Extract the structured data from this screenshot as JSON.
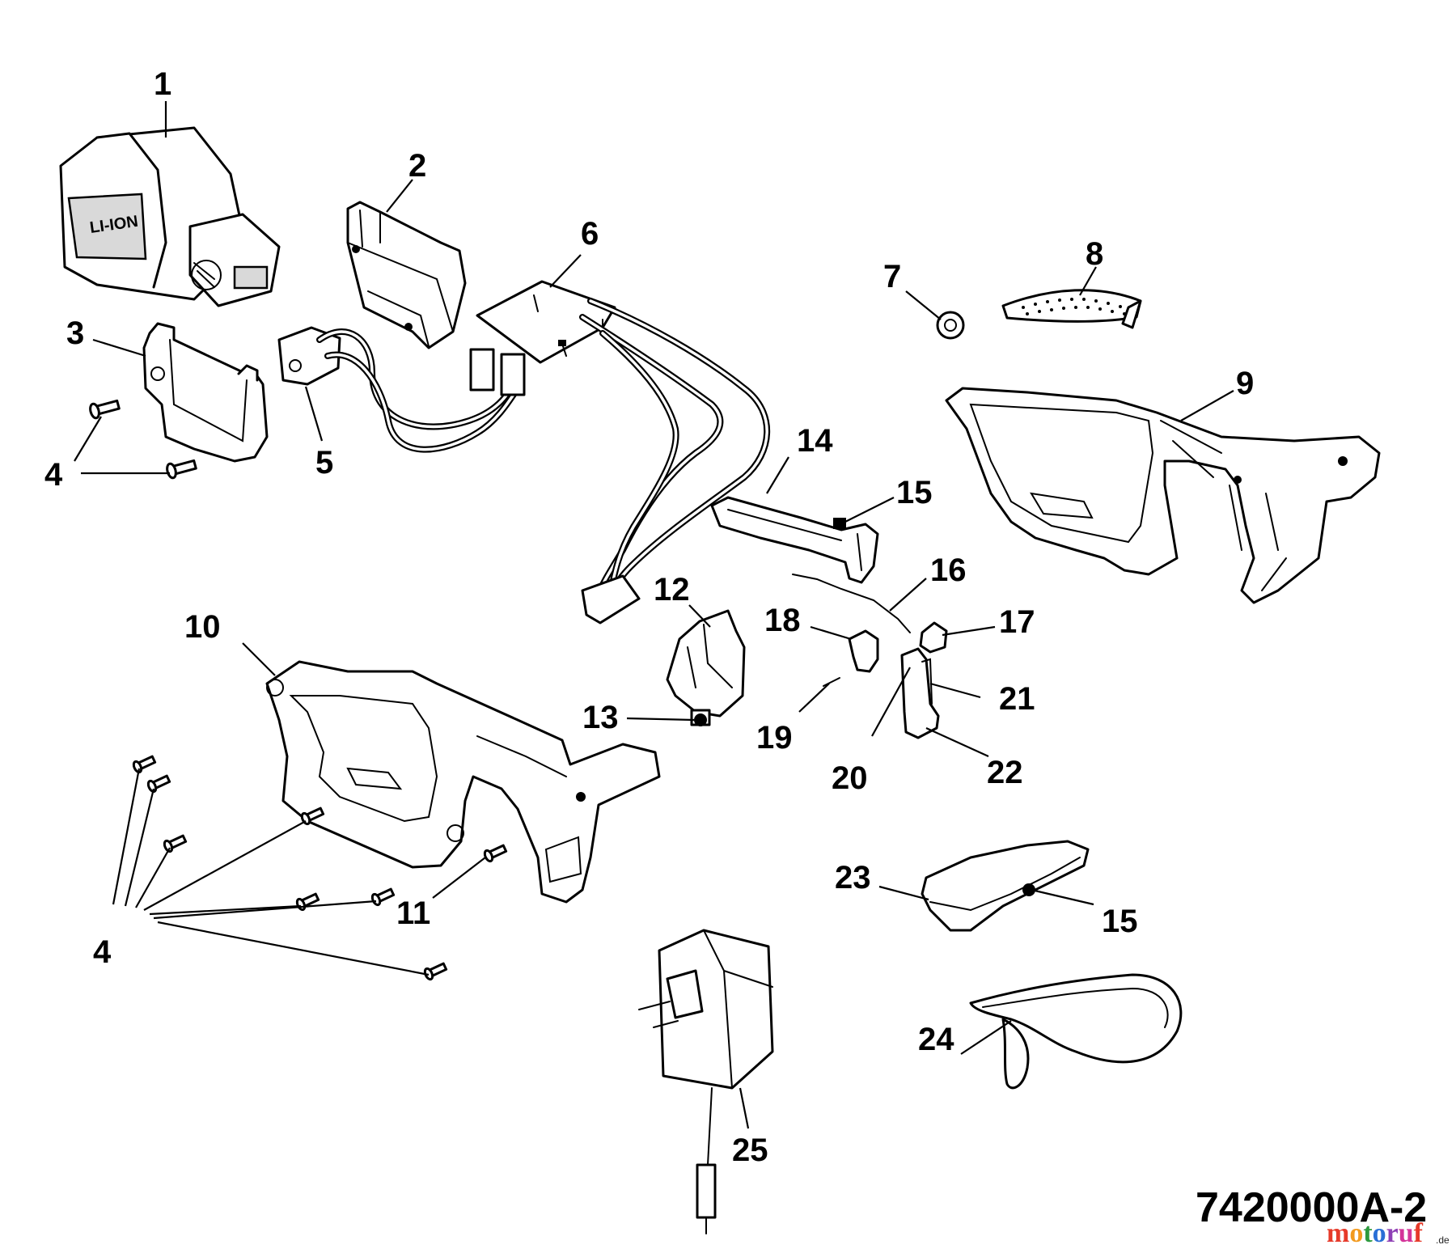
{
  "drawing_number": "7420000A-2",
  "watermark": {
    "text": "motoruf",
    "suffix": ".de",
    "colors": [
      "#e63a2a",
      "#f29a1f",
      "#2d9a3e",
      "#2a6fd6",
      "#8e3fb5",
      "#d4349a",
      "#e63a2a"
    ]
  },
  "labels": {
    "p1": "1",
    "p2": "2",
    "p3": "3",
    "p4a": "4",
    "p4b": "4",
    "p5": "5",
    "p6": "6",
    "p7": "7",
    "p8": "8",
    "p9": "9",
    "p10": "10",
    "p11": "11",
    "p12": "12",
    "p13": "13",
    "p14": "14",
    "p15a": "15",
    "p15b": "15",
    "p16": "16",
    "p17": "17",
    "p18": "18",
    "p19": "19",
    "p20": "20",
    "p21": "21",
    "p22": "22",
    "p23": "23",
    "p24": "24",
    "p25": "25"
  },
  "icons": {
    "battery": "battery-pack-icon",
    "charger": "charger-plug-icon"
  }
}
